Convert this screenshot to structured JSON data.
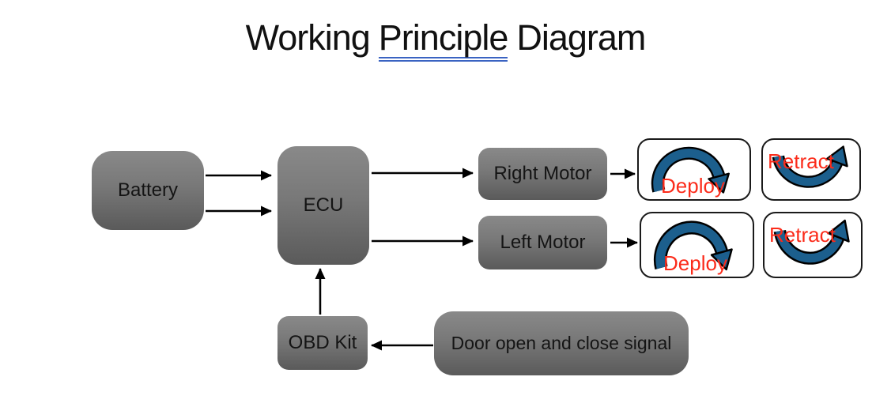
{
  "title": {
    "part1": "Working",
    "underlined": "Principle",
    "part2": "Diagram"
  },
  "blocks": {
    "battery": {
      "label": "Battery"
    },
    "ecu": {
      "label": "ECU"
    },
    "right_motor": {
      "label": "Right Motor"
    },
    "left_motor": {
      "label": "Left Motor"
    },
    "obd_kit": {
      "label": "OBD Kit"
    },
    "door_signal": {
      "label": "Door open and close signal"
    }
  },
  "cards": {
    "right_deploy": {
      "label": "Deploy"
    },
    "right_retract": {
      "label": "Retract"
    },
    "left_deploy": {
      "label": "Deploy"
    },
    "left_retract": {
      "label": "Retract"
    }
  },
  "connections": [
    {
      "from": "Battery",
      "to": "ECU"
    },
    {
      "from": "Battery",
      "to": "ECU"
    },
    {
      "from": "ECU",
      "to": "Right Motor"
    },
    {
      "from": "ECU",
      "to": "Left Motor"
    },
    {
      "from": "Right Motor",
      "to": "Deploy/Retract"
    },
    {
      "from": "Left Motor",
      "to": "Deploy/Retract"
    },
    {
      "from": "OBD Kit",
      "to": "ECU"
    },
    {
      "from": "Door open and close signal",
      "to": "OBD Kit"
    }
  ],
  "colors": {
    "block_gradient_top": "#898989",
    "block_gradient_bottom": "#5a5a5a",
    "action_label_red": "#fb2b1a",
    "curve_blue": "#1c5f8d",
    "underline_blue": "#3a63c2",
    "arrow_black": "#000000",
    "background": "#ffffff"
  }
}
